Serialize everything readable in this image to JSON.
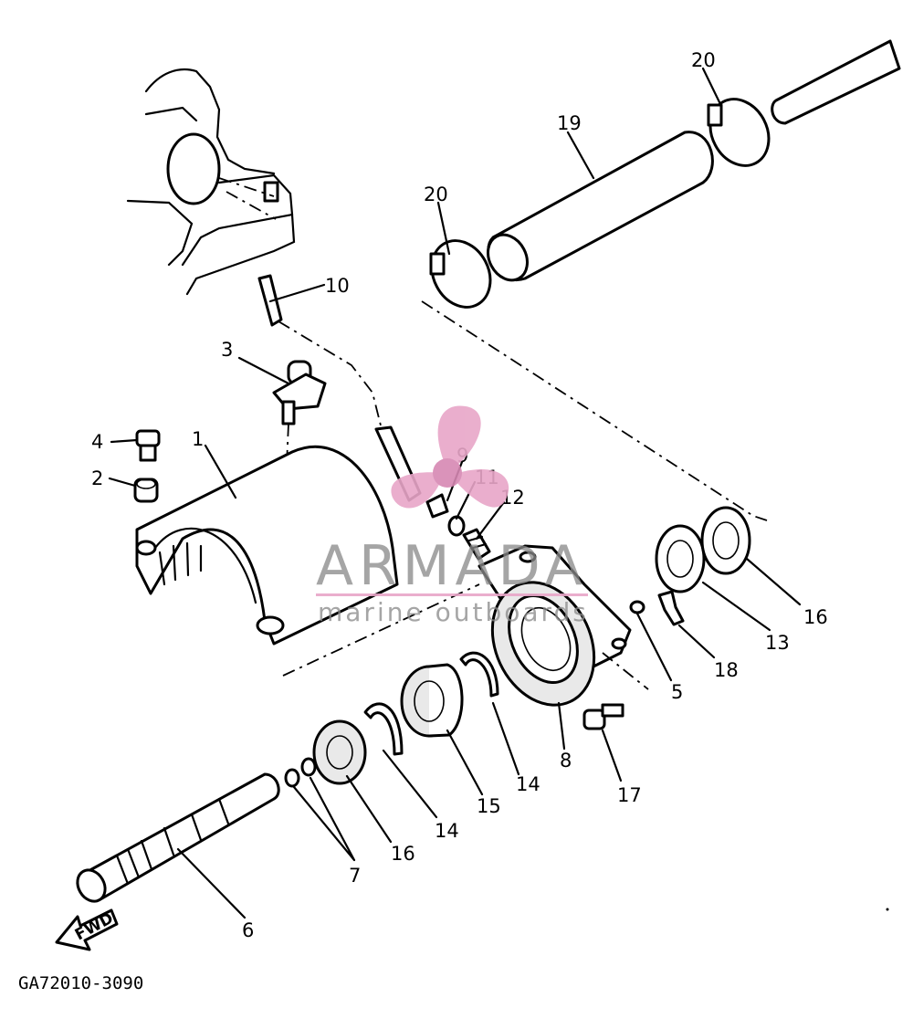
{
  "diagram": {
    "part_code": "GA72010-3090",
    "direction_label": "FWD",
    "callouts": {
      "p1": "1",
      "p2": "2",
      "p3": "3",
      "p4": "4",
      "p5": "5",
      "p6": "6",
      "p7": "7",
      "p8": "8",
      "p9": "9",
      "p10": "10",
      "p11": "11",
      "p12": "12",
      "p13": "13",
      "p14a": "14",
      "p14b": "14",
      "p15": "15",
      "p16a": "16",
      "p16b": "16",
      "p17": "17",
      "p18": "18",
      "p19": "19",
      "p20a": "20",
      "p20b": "20"
    }
  },
  "watermark": {
    "name": "ARMADA",
    "tagline": "marine outboards",
    "color": "#e8a6c8",
    "text_color": "#8a8a8a"
  }
}
